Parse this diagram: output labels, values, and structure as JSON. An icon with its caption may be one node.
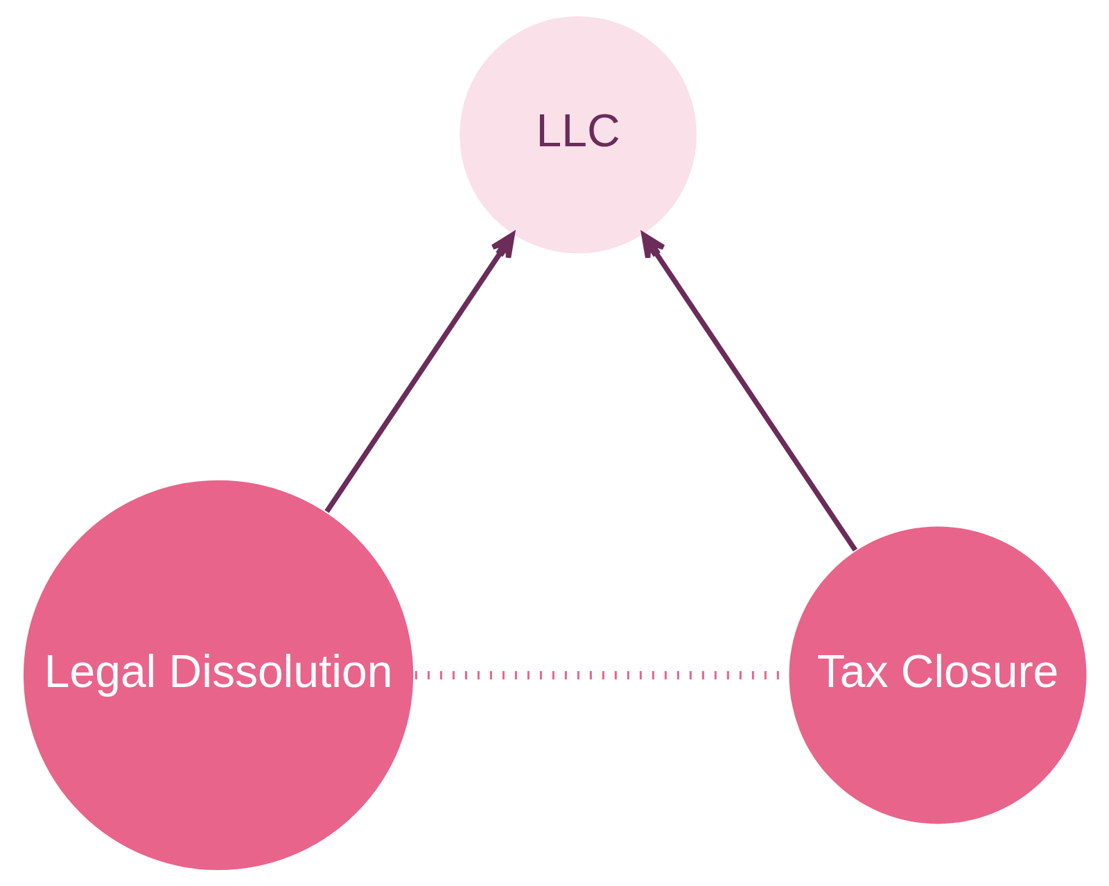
{
  "diagram": {
    "nodes": [
      {
        "text": [
          "LLC"
        ]
      },
      {
        "text": [
          "Legal Dissolution"
        ]
      },
      {
        "text": [
          "Tax Closure"
        ]
      }
    ],
    "edges": [
      {
        "from": 1,
        "to": 0,
        "arrow": "to"
      },
      {
        "from": 2,
        "to": 0,
        "arrow": "to"
      },
      {
        "from": 1,
        "to": 2,
        "arrow": "none",
        "style": "dashed",
        "color": "#e8648a"
      }
    ]
  }
}
